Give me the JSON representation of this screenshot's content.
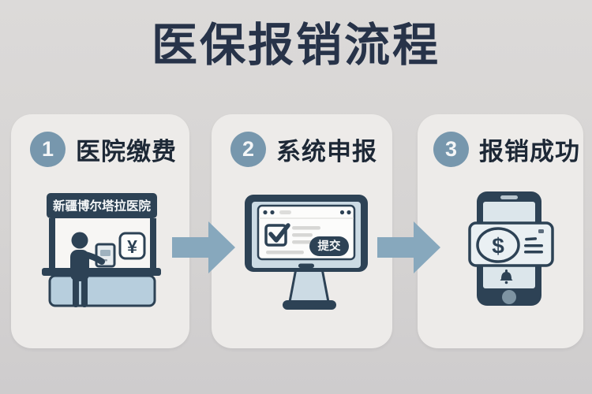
{
  "title": "医保报销流程",
  "colors": {
    "background": "#d7d5d4",
    "card": "#edebe9",
    "title_text": "#273349",
    "illustration_navy": "#2d4255",
    "step_circle": "#7797ad",
    "arrow": "#87a8bd",
    "counter_panel": "#b7cedd",
    "monitor_screen": "#ccdbe4"
  },
  "steps": [
    {
      "number": "1",
      "label": "医院缴费",
      "illustration": "hospital-counter",
      "sign_text": "新疆博尔塔拉医院",
      "currency_symbol": "¥"
    },
    {
      "number": "2",
      "label": "系统申报",
      "illustration": "computer-form-submit",
      "button_label": "提交"
    },
    {
      "number": "3",
      "label": "报销成功",
      "illustration": "phone-money-notification",
      "currency_symbol": "$"
    }
  ]
}
